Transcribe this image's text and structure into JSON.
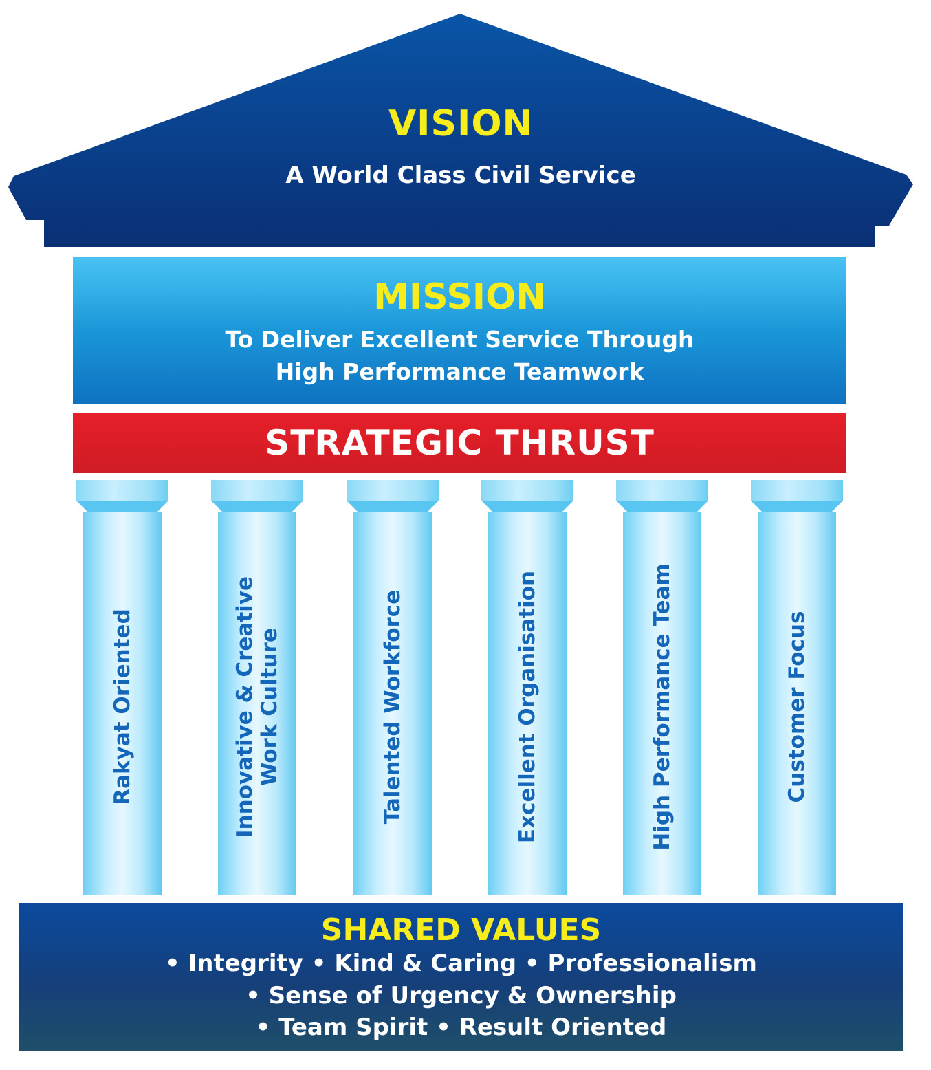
{
  "vision": {
    "title": "VISION",
    "subtitle": "A World Class Civil Service"
  },
  "mission": {
    "title": "MISSION",
    "lines": [
      "To Deliver Excellent Service Through",
      "High Performance Teamwork"
    ]
  },
  "strategic_thrust": {
    "title": "STRATEGIC THRUST",
    "pillars": [
      {
        "lines": [
          "Rakyat Oriented"
        ]
      },
      {
        "lines": [
          "Innovative & Creative",
          "Work Culture"
        ]
      },
      {
        "lines": [
          "Talented Workforce"
        ]
      },
      {
        "lines": [
          "Excellent Organisation"
        ]
      },
      {
        "lines": [
          "High Performance Team"
        ]
      },
      {
        "lines": [
          "Customer Focus"
        ]
      }
    ]
  },
  "shared_values": {
    "title": "SHARED VALUES",
    "lines": [
      "• Integrity • Kind & Caring • Professionalism",
      "• Sense of Urgency & Ownership",
      "• Team Spirit • Result Oriented"
    ]
  },
  "colors": {
    "roof_top": "#0a55a8",
    "roof_bottom": "#0a2f74",
    "title_yellow": "#f7ec1c",
    "mission_blue": "#1b97d9",
    "thrust_red": "#e61f29",
    "pillar_text": "#1466b8",
    "shared_blue": "#163f7a"
  }
}
